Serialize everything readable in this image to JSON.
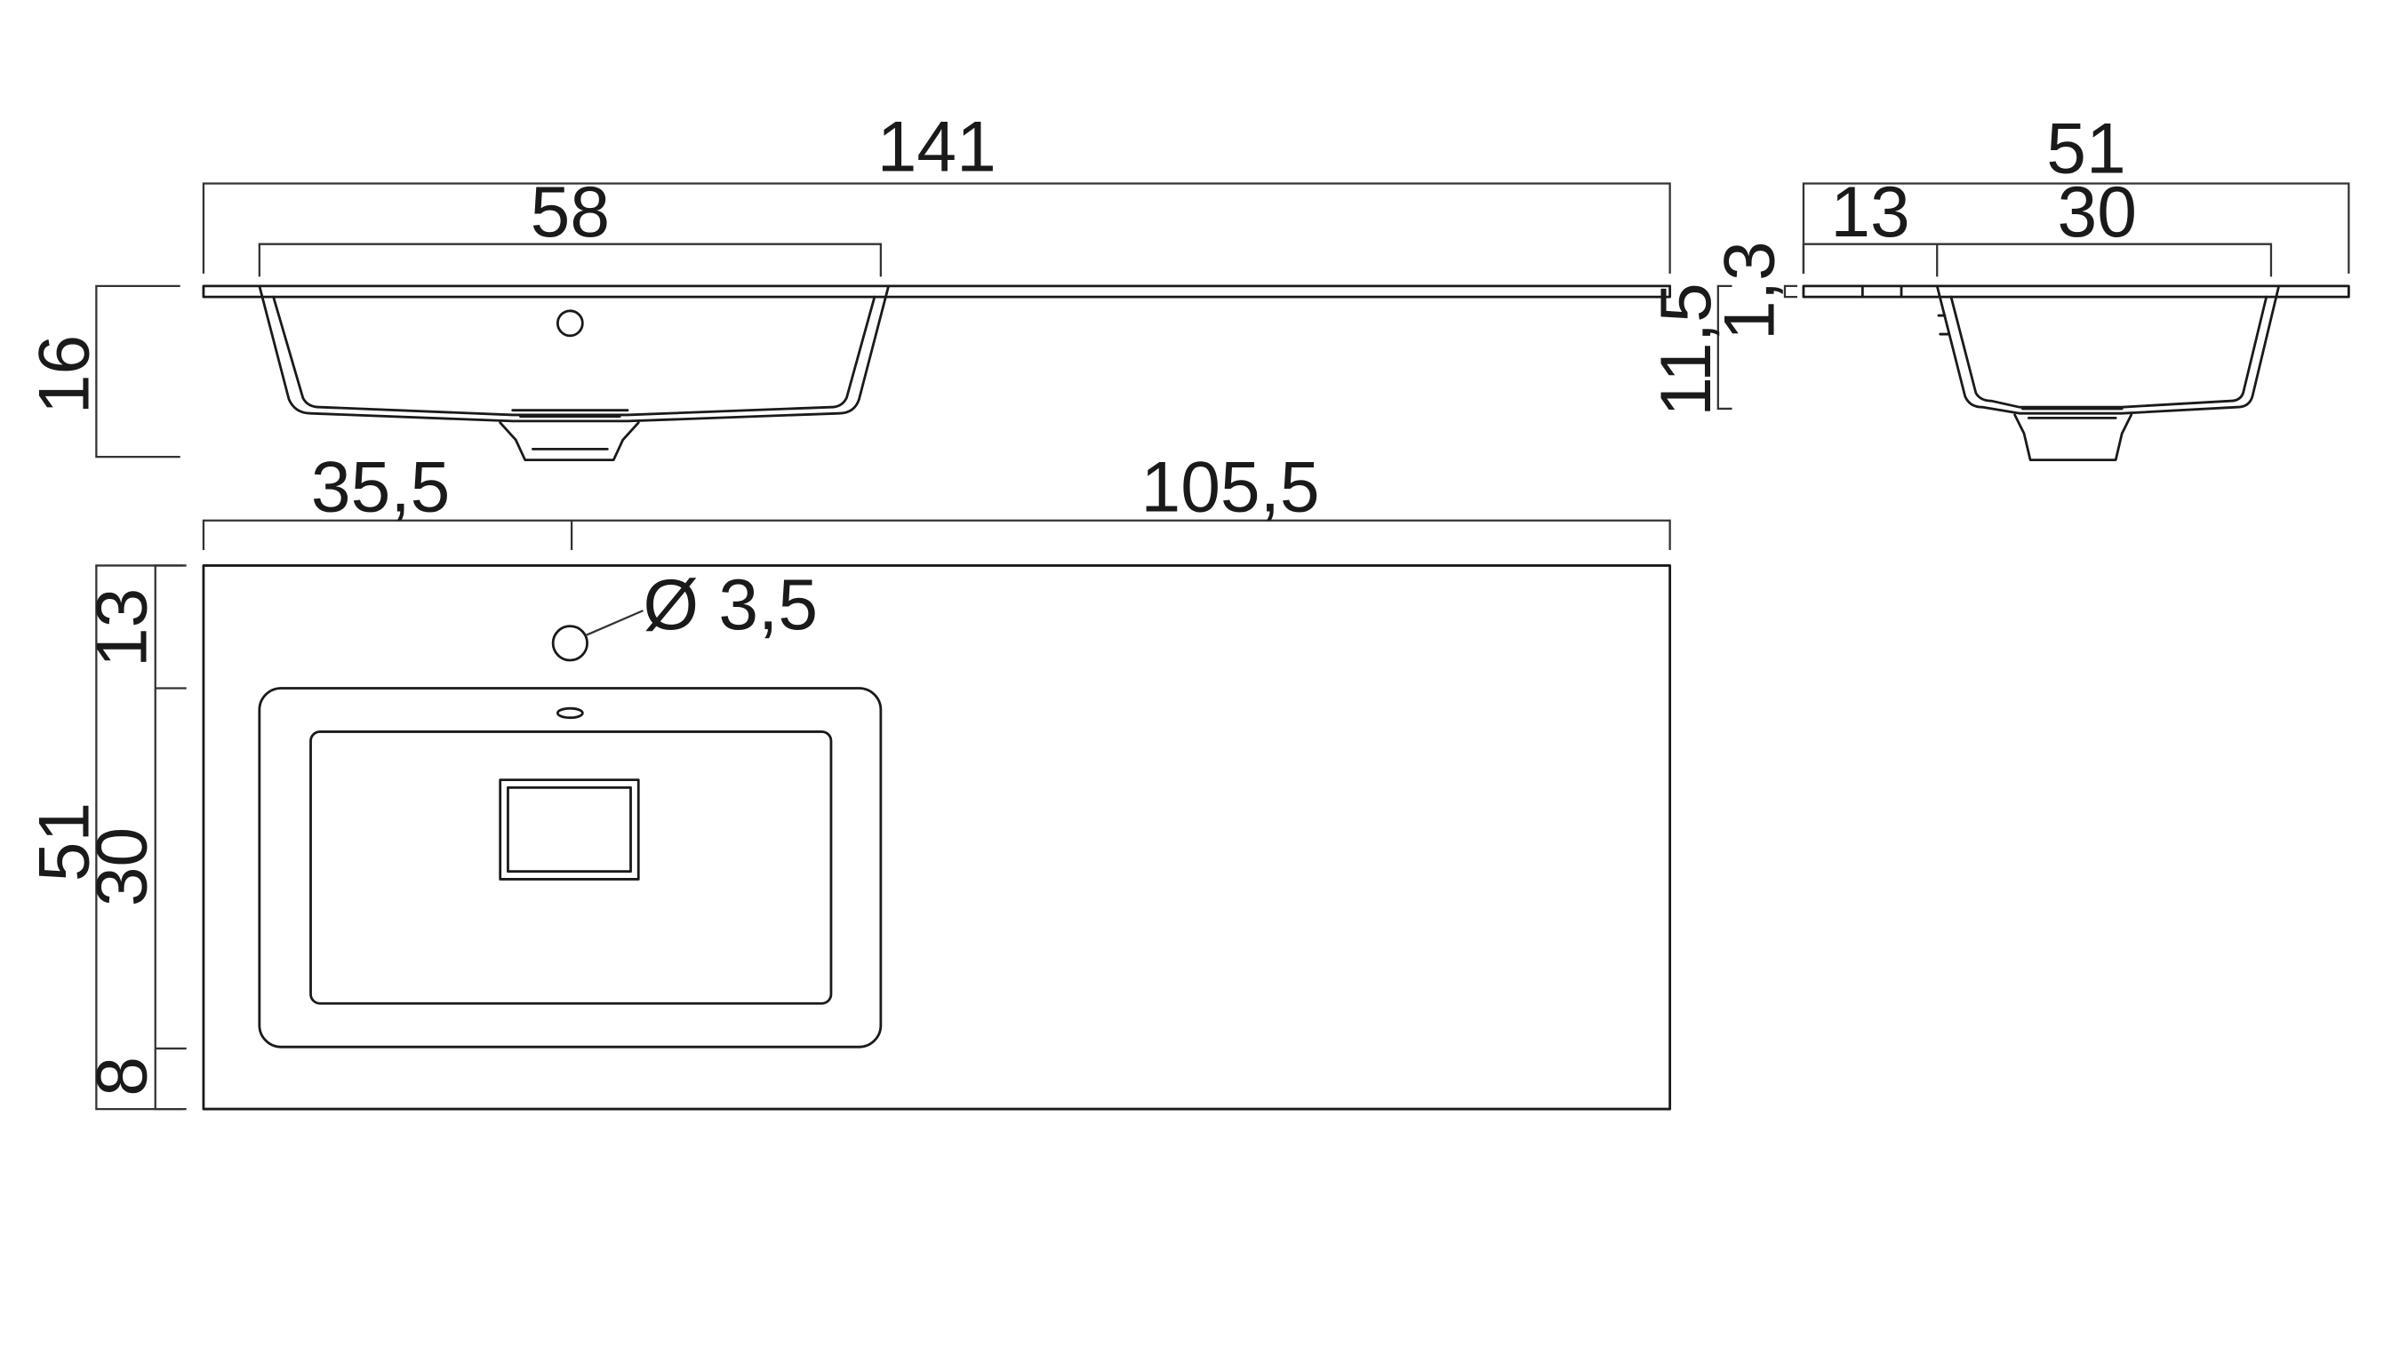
{
  "drawing": {
    "front_view": {
      "overall_width": "141",
      "bowl_width": "58",
      "height": "16"
    },
    "side_view": {
      "overall_depth": "51",
      "front_offset": "13",
      "bowl_depth": "30",
      "top_thickness": "1,3",
      "bowl_height": "11,5"
    },
    "plan_view": {
      "left_offset": "35,5",
      "right_length": "105,5",
      "overall_depth": "51",
      "back_offset": "13",
      "bowl_depth": "30",
      "front_offset": "8",
      "hole_diameter": "Ø 3,5"
    }
  },
  "colors": {
    "line": "#1a1a1a",
    "background": "#ffffff"
  }
}
